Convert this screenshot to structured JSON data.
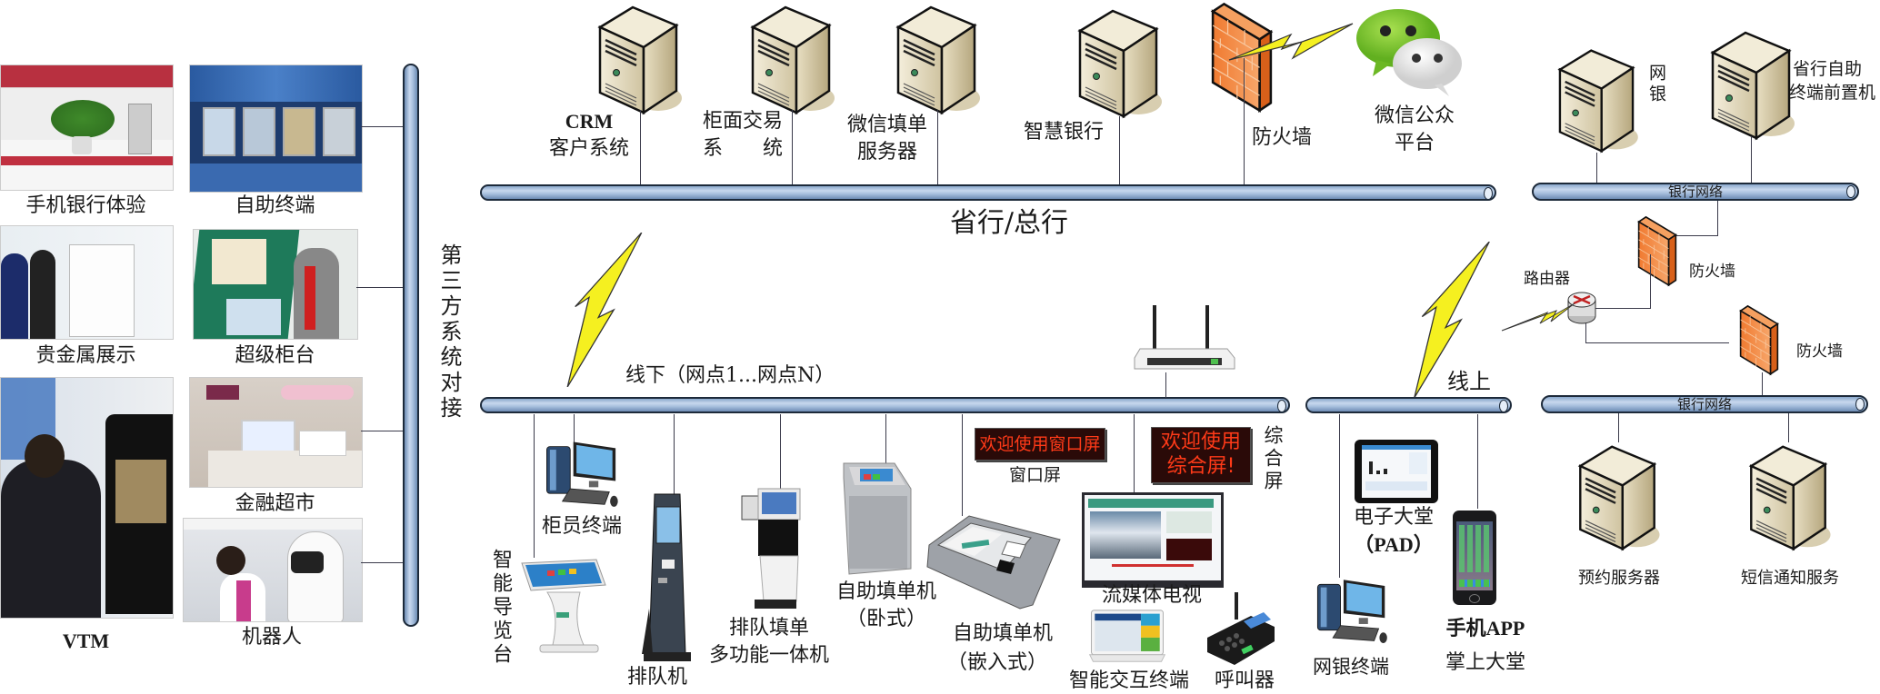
{
  "left_panel": {
    "photos": [
      {
        "label": "手机银行体验",
        "scene": "phone-banking"
      },
      {
        "label": "自助终端",
        "scene": "self-service-terminals"
      },
      {
        "label": "贵金属展示",
        "scene": "precious-metals"
      },
      {
        "label": "超级柜台",
        "scene": "super-counter"
      },
      {
        "label": "VTM",
        "scene": "vtm"
      },
      {
        "label": "金融超市",
        "scene": "financial-supermarket"
      },
      {
        "label": "机器人",
        "scene": "robot"
      }
    ],
    "third_party_label": "第三方系统对接"
  },
  "head_office": {
    "bus_label": "省行/总行",
    "nodes": [
      {
        "line1": "CRM",
        "line2": "客户系统",
        "icon": "server-icon"
      },
      {
        "line1": "柜面交易",
        "line2": "系　　统",
        "icon": "server-icon"
      },
      {
        "line1": "微信填单",
        "line2": "服务器",
        "icon": "server-icon"
      },
      {
        "line1": "智慧银行",
        "line2": "",
        "icon": "server-icon"
      },
      {
        "line1": "防火墙",
        "line2": "",
        "icon": "firewall-icon"
      },
      {
        "line1": "微信公众",
        "line2": "平台",
        "icon": "wechat-icon"
      }
    ]
  },
  "bank_network_top": {
    "bus_label": "银行网络",
    "nodes": [
      {
        "label": "网银",
        "icon": "server-icon"
      },
      {
        "line1": "省行自助",
        "line2": "终端前置机",
        "icon": "server-icon"
      }
    ]
  },
  "router_area": {
    "router_label": "路由器",
    "firewall1_label": "防火墙",
    "firewall2_label": "防火墙"
  },
  "offline": {
    "bus_label": "线下（网点1...网点N）",
    "devices": [
      {
        "label": "柜员终端",
        "icon": "desktop-pc-icon"
      },
      {
        "label": "智能导览台",
        "icon": "touch-kiosk-icon"
      },
      {
        "label": "排队机",
        "icon": "queue-machine-icon"
      },
      {
        "line1": "排队填单",
        "line2": "多功能一体机",
        "icon": "multifunction-kiosk-icon"
      },
      {
        "line1": "自助填单机",
        "line2": "（卧式）",
        "icon": "horizontal-form-machine-icon"
      },
      {
        "line1": "自助填单机",
        "line2": "（嵌入式）",
        "icon": "embedded-form-machine-icon"
      },
      {
        "label": "窗口屏",
        "screen_text": "欢迎使用窗口屏",
        "icon": "led-window-screen-icon"
      },
      {
        "label": "综合屏",
        "screen_text_1": "欢迎使用",
        "screen_text_2": "综合屏!",
        "icon": "led-combined-screen-icon"
      },
      {
        "label": "流媒体电视",
        "icon": "streaming-tv-icon"
      },
      {
        "label": "智能交互终端",
        "icon": "smart-tablet-icon"
      },
      {
        "label": "呼叫器",
        "icon": "pager-icon"
      },
      {
        "label": "",
        "icon": "wifi-router-icon"
      }
    ]
  },
  "online": {
    "bus_label": "线上",
    "devices": [
      {
        "line1": "电子大堂",
        "line2": "（PAD）",
        "icon": "tablet-icon"
      },
      {
        "label": "网银终端",
        "icon": "desktop-pc-icon"
      },
      {
        "line1": "手机APP",
        "line2": "掌上大堂",
        "icon": "smartphone-icon"
      }
    ]
  },
  "bank_network_bottom": {
    "bus_label": "银行网络",
    "nodes": [
      {
        "label": "预约服务器",
        "icon": "server-icon"
      },
      {
        "label": "短信通知服务",
        "icon": "server-icon"
      }
    ]
  },
  "colors": {
    "pipe": "#a8c0de",
    "server": "#d9cfb3",
    "firewall": "#f07a30",
    "lightning": "#f5f020",
    "wechat": "#7dc832",
    "led_red": "#e83a1a"
  }
}
